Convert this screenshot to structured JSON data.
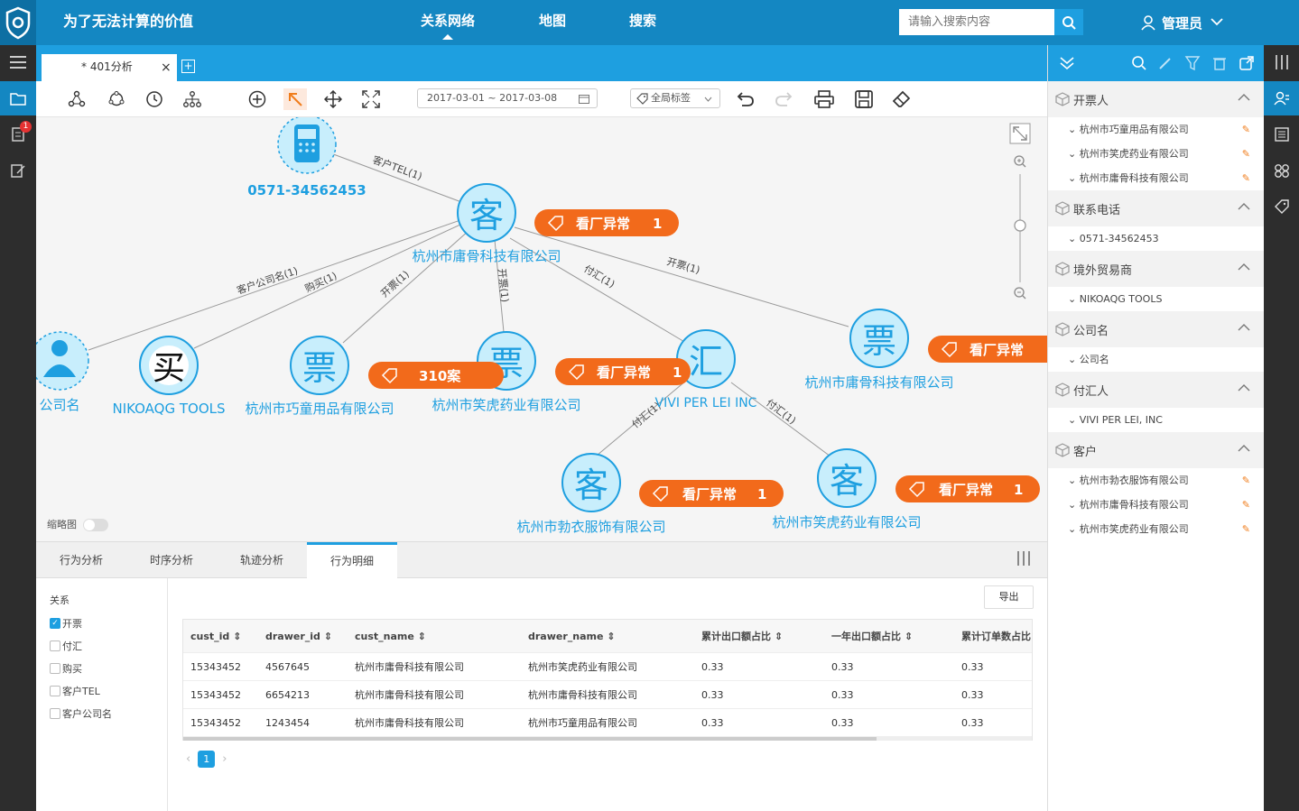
{
  "header": {
    "app_title": "为了无法计算的价值",
    "nav": [
      {
        "label": "关系网络"
      },
      {
        "label": "地图"
      },
      {
        "label": "搜索"
      }
    ],
    "search_placeholder": "请输入搜索内容",
    "user": "管理员"
  },
  "left_rail": {
    "badge_count": "1"
  },
  "doc_tab": {
    "label": "* 401分析"
  },
  "toolbar": {
    "date_range": "2017-03-01 ~ 2017-03-08",
    "tag_filter": "全局标签"
  },
  "graph": {
    "nodes": [
      {
        "id": "phone",
        "glyph": "phone",
        "label": "0571-34562453"
      },
      {
        "id": "cust1",
        "glyph": "客",
        "label": "杭州市庸骨科技有限公司"
      },
      {
        "id": "company",
        "glyph": "person",
        "label": "公司名"
      },
      {
        "id": "buyer",
        "glyph": "买",
        "label": "NIKOAQG TOOLS"
      },
      {
        "id": "ticket1",
        "glyph": "票",
        "label": "杭州市巧童用品有限公司"
      },
      {
        "id": "ticket2",
        "glyph": "票",
        "label": "杭州市笑虎药业有限公司"
      },
      {
        "id": "remit",
        "glyph": "汇",
        "label": "VIVI PER LEI INC"
      },
      {
        "id": "ticket3",
        "glyph": "票",
        "label": "杭州市庸骨科技有限公司"
      },
      {
        "id": "cust2",
        "glyph": "客",
        "label": "杭州市勃衣服饰有限公司"
      },
      {
        "id": "cust3",
        "glyph": "客",
        "label": "杭州市笑虎药业有限公司"
      }
    ],
    "edges": [
      {
        "label": "客户TEL(1)"
      },
      {
        "label": "客户公司名(1)"
      },
      {
        "label": "购买(1)"
      },
      {
        "label": "开票(1)"
      },
      {
        "label": "开票(1)"
      },
      {
        "label": "付汇(1)"
      },
      {
        "label": "开票(1)"
      },
      {
        "label": "付汇(1)"
      },
      {
        "label": "付汇(1)"
      }
    ],
    "tags": [
      {
        "text": "看厂异常",
        "count": "1"
      },
      {
        "text": "310案",
        "count": ""
      },
      {
        "text": "看厂异常",
        "count": "1"
      },
      {
        "text": "看厂异常",
        "count": ""
      },
      {
        "text": "看厂异常",
        "count": "1"
      },
      {
        "text": "看厂异常",
        "count": "1"
      }
    ],
    "thumbnail_label": "缩略图",
    "tag_color": "#f26a1b",
    "node_color": "#1e9fe0"
  },
  "bottom": {
    "tabs": [
      {
        "label": "行为分析"
      },
      {
        "label": "时序分析"
      },
      {
        "label": "轨迹分析"
      },
      {
        "label": "行为明细"
      }
    ],
    "filter_title": "关系",
    "filters": [
      {
        "label": "开票",
        "checked": true
      },
      {
        "label": "付汇",
        "checked": false
      },
      {
        "label": "购买",
        "checked": false
      },
      {
        "label": "客户TEL",
        "checked": false
      },
      {
        "label": "客户公司名",
        "checked": false
      }
    ],
    "export_label": "导出",
    "columns": [
      "cust_id",
      "drawer_id",
      "cust_name",
      "drawer_name",
      "累计出口额占比",
      "一年出口额占比",
      "累计订单数占比"
    ],
    "rows": [
      [
        "15343452",
        "4567645",
        "杭州市庸骨科技有限公司",
        "杭州市笑虎药业有限公司",
        "0.33",
        "0.33",
        "0.33"
      ],
      [
        "15343452",
        "6654213",
        "杭州市庸骨科技有限公司",
        "杭州市庸骨科技有限公司",
        "0.33",
        "0.33",
        "0.33"
      ],
      [
        "15343452",
        "1243454",
        "杭州市庸骨科技有限公司",
        "杭州市巧童用品有限公司",
        "0.33",
        "0.33",
        "0.33"
      ]
    ],
    "page": "1"
  },
  "right_panel": {
    "sections": [
      {
        "title": "开票人",
        "items": [
          {
            "label": "杭州市巧童用品有限公司",
            "editable": true
          },
          {
            "label": "杭州市笑虎药业有限公司",
            "editable": true
          },
          {
            "label": "杭州市庸骨科技有限公司",
            "editable": true
          }
        ]
      },
      {
        "title": "联系电话",
        "items": [
          {
            "label": "0571-34562453",
            "editable": false
          }
        ]
      },
      {
        "title": "境外贸易商",
        "items": [
          {
            "label": "NIKOAQG TOOLS",
            "editable": false
          }
        ]
      },
      {
        "title": "公司名",
        "items": [
          {
            "label": "公司名",
            "editable": false
          }
        ]
      },
      {
        "title": "付汇人",
        "items": [
          {
            "label": "VIVI PER LEI, INC",
            "editable": false
          }
        ]
      },
      {
        "title": "客户",
        "items": [
          {
            "label": "杭州市勃衣服饰有限公司",
            "editable": true
          },
          {
            "label": "杭州市庸骨科技有限公司",
            "editable": true
          },
          {
            "label": "杭州市笑虎药业有限公司",
            "editable": true
          }
        ]
      }
    ]
  }
}
